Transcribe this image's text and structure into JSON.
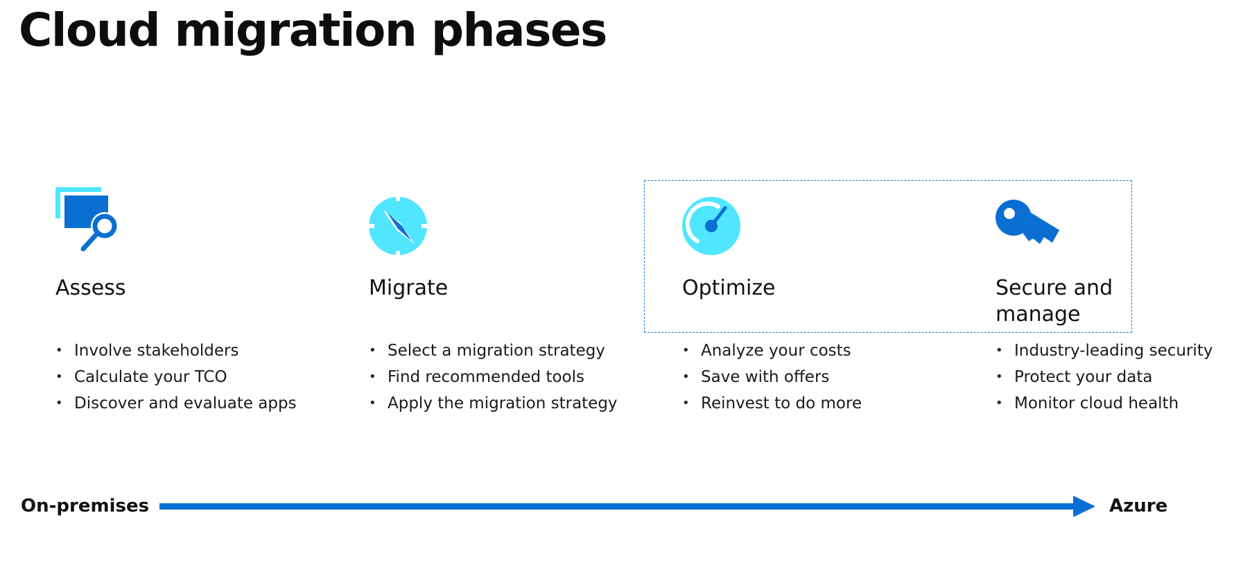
{
  "title": "Cloud migration phases",
  "colors": {
    "primary_blue": "#0a6fd1",
    "light_cyan": "#50e6ff",
    "text": "#111111"
  },
  "phases": [
    {
      "icon": "assess-search-icon",
      "title": "Assess",
      "items": [
        "Involve stakeholders",
        "Calculate your TCO",
        "Discover and evaluate apps"
      ]
    },
    {
      "icon": "compass-icon",
      "title": "Migrate",
      "items": [
        "Select a migration strategy",
        "Find recommended tools",
        "Apply the migration strategy"
      ]
    },
    {
      "icon": "gauge-icon",
      "title": "Optimize",
      "items": [
        "Analyze your costs",
        "Save with offers",
        "Reinvest to do more"
      ]
    },
    {
      "icon": "key-icon",
      "title": "Secure and manage",
      "items": [
        "Industry-leading security",
        "Protect your data",
        "Monitor cloud health"
      ]
    }
  ],
  "flow": {
    "start_label": "On-premises",
    "end_label": "Azure"
  }
}
